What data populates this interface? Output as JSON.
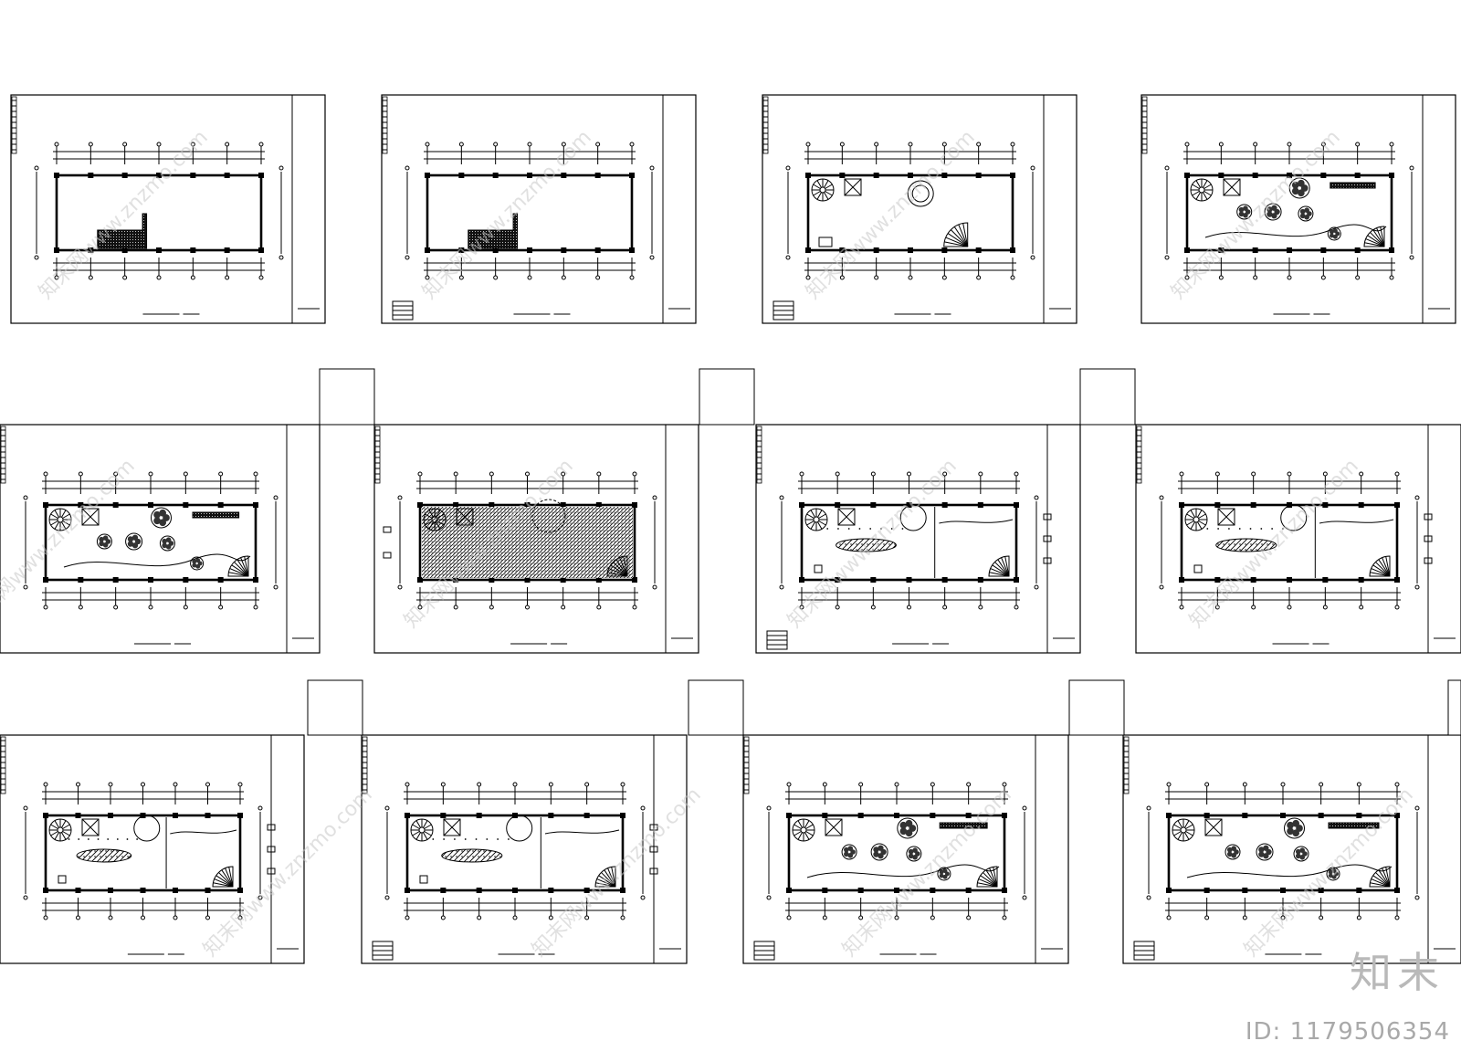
{
  "watermark": {
    "logo_text": "知末",
    "id_label": "ID: 1179506354",
    "site_text": "知末网www.znzmo.com"
  },
  "sheets": [
    {
      "variant": "empty"
    },
    {
      "variant": "empty"
    },
    {
      "variant": "partial"
    },
    {
      "variant": "furnished"
    },
    {
      "variant": "furnished"
    },
    {
      "variant": "hatched"
    },
    {
      "variant": "ceiling"
    },
    {
      "variant": "ceiling"
    },
    {
      "variant": "ceiling"
    },
    {
      "variant": "ceiling"
    },
    {
      "variant": "furnished"
    },
    {
      "variant": "furnished"
    }
  ],
  "colors": {
    "line": "#000000",
    "watermark": "#c8c8c8",
    "background": "#ffffff"
  }
}
